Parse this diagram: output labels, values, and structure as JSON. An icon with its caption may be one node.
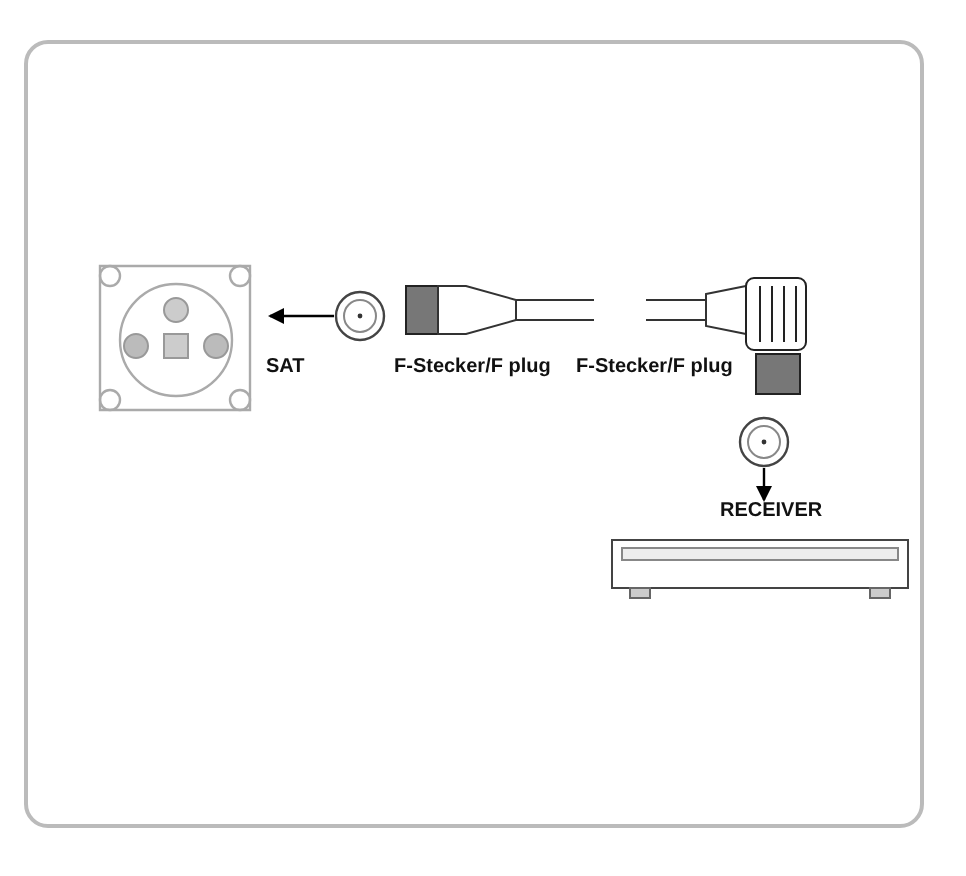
{
  "diagram": {
    "nodes": [
      {
        "text": [],
        "shape": "picture"
      },
      {
        "text": [],
        "shape": "circle"
      },
      {
        "text": [
          "F-Stecker/F plug"
        ]
      },
      {
        "text": [
          "F-Stecker/F plug"
        ]
      },
      {
        "text": [],
        "shape": "circle"
      },
      {
        "text": [
          "RECEIVER"
        ]
      }
    ],
    "edges": [
      {
        "from": 1,
        "to": 0,
        "arrow": "to"
      },
      {
        "from": 4,
        "to": 5,
        "arrow": "to"
      }
    ],
    "labels": [
      "SAT"
    ]
  }
}
